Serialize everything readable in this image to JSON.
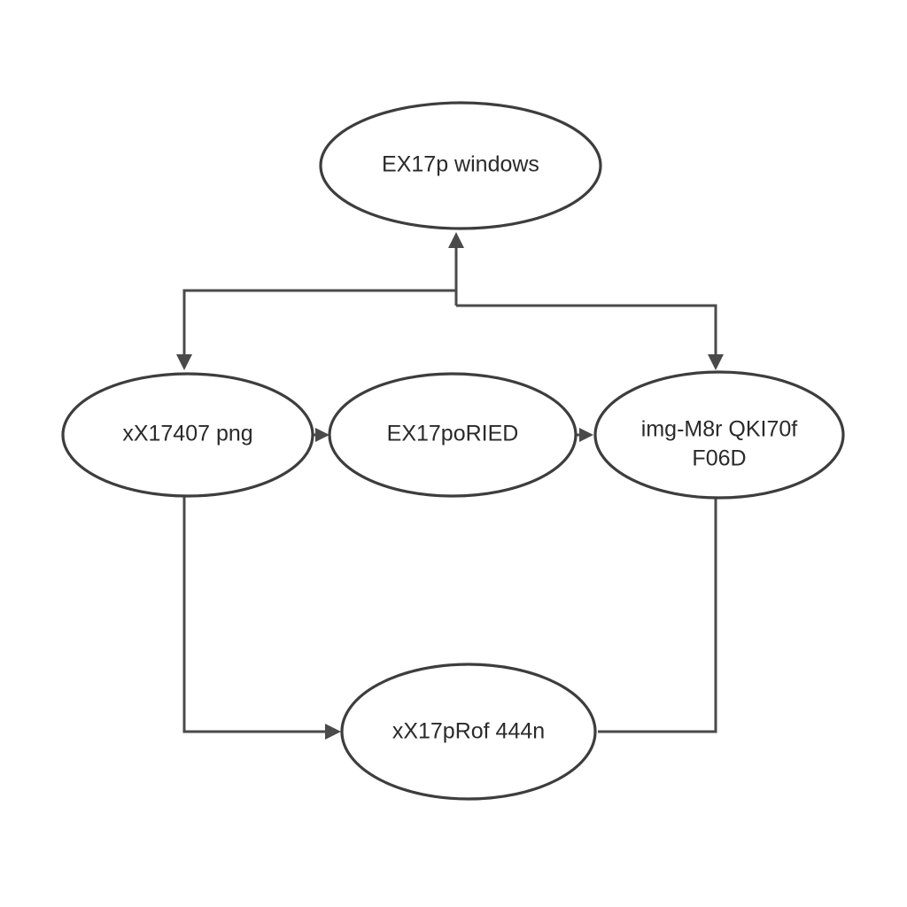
{
  "diagram": {
    "nodes": [
      {
        "id": "top",
        "lines": [
          "EX17p windows"
        ]
      },
      {
        "id": "left",
        "lines": [
          "xX17407 png"
        ]
      },
      {
        "id": "center",
        "lines": [
          "EX17poRIED"
        ]
      },
      {
        "id": "right",
        "lines": [
          "img-M8r QKI70f",
          "F06D"
        ]
      },
      {
        "id": "bottom",
        "lines": [
          "xX17pRof 444n"
        ]
      }
    ],
    "edges": [
      {
        "from": "top",
        "to": "left"
      },
      {
        "from": "top",
        "to": "right"
      },
      {
        "from": "left",
        "to": "top"
      },
      {
        "from": "left",
        "to": "center"
      },
      {
        "from": "center",
        "to": "right"
      },
      {
        "from": "left",
        "to": "bottom"
      },
      {
        "from": "right",
        "to": "bottom"
      }
    ]
  }
}
